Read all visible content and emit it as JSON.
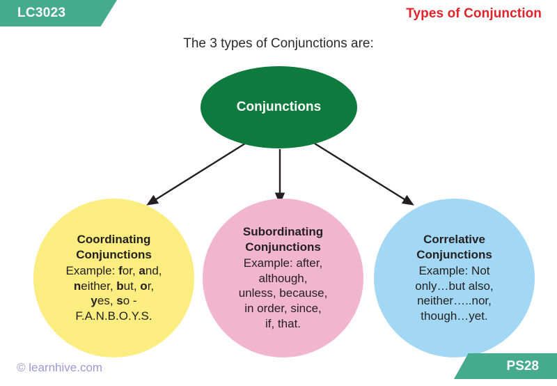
{
  "header": {
    "code_label": "LC3023",
    "title": "Types of Conjunction",
    "banner_color": "#45ab8c",
    "title_color": "#e0232b"
  },
  "intro": {
    "text": "The 3 types of Conjunctions are:"
  },
  "diagram": {
    "root": {
      "label": "Conjunctions",
      "color": "#0e7a3d",
      "text_color": "#ffffff"
    },
    "branches": [
      {
        "title_line1": "Coordinating",
        "title_line2": "Conjunctions",
        "color": "#fbed80",
        "body_segments": [
          {
            "text": "Example: ",
            "bold": false
          },
          {
            "text": "f",
            "bold": true
          },
          {
            "text": "or, ",
            "bold": false
          },
          {
            "text": "a",
            "bold": true
          },
          {
            "text": "nd,",
            "bold": false
          },
          {
            "text": "\n",
            "bold": false
          },
          {
            "text": "n",
            "bold": true
          },
          {
            "text": "either, ",
            "bold": false
          },
          {
            "text": "b",
            "bold": true
          },
          {
            "text": "ut, ",
            "bold": false
          },
          {
            "text": "o",
            "bold": true
          },
          {
            "text": "r,",
            "bold": false
          },
          {
            "text": "\n",
            "bold": false
          },
          {
            "text": "y",
            "bold": true
          },
          {
            "text": "es, ",
            "bold": false
          },
          {
            "text": "s",
            "bold": true
          },
          {
            "text": "o -",
            "bold": false
          },
          {
            "text": "\n",
            "bold": false
          },
          {
            "text": "F.A.N.B.O.Y.S.",
            "bold": false
          }
        ]
      },
      {
        "title_line1": "Subordinating",
        "title_line2": "Conjunctions",
        "color": "#f2b5ce",
        "body_segments": [
          {
            "text": "Example: after,",
            "bold": false
          },
          {
            "text": "\n",
            "bold": false
          },
          {
            "text": "although,",
            "bold": false
          },
          {
            "text": "\n",
            "bold": false
          },
          {
            "text": "unless, because,",
            "bold": false
          },
          {
            "text": "\n",
            "bold": false
          },
          {
            "text": "in order, since,",
            "bold": false
          },
          {
            "text": "\n",
            "bold": false
          },
          {
            "text": "if, that.",
            "bold": false
          }
        ]
      },
      {
        "title_line1": "Correlative",
        "title_line2": "Conjunctions",
        "color": "#a3d8f4",
        "body_segments": [
          {
            "text": "Example: Not",
            "bold": false
          },
          {
            "text": "\n",
            "bold": false
          },
          {
            "text": "only…but also,",
            "bold": false
          },
          {
            "text": "\n",
            "bold": false
          },
          {
            "text": "neither…..nor,",
            "bold": false
          },
          {
            "text": "\n",
            "bold": false
          },
          {
            "text": "though…yet.",
            "bold": false
          }
        ]
      }
    ],
    "connector_color": "#231f20"
  },
  "footer": {
    "credit": "© learnhive.com",
    "credit_color": "#9a9ad2",
    "page_label": "PS28",
    "page_banner_color": "#45ab8c"
  }
}
